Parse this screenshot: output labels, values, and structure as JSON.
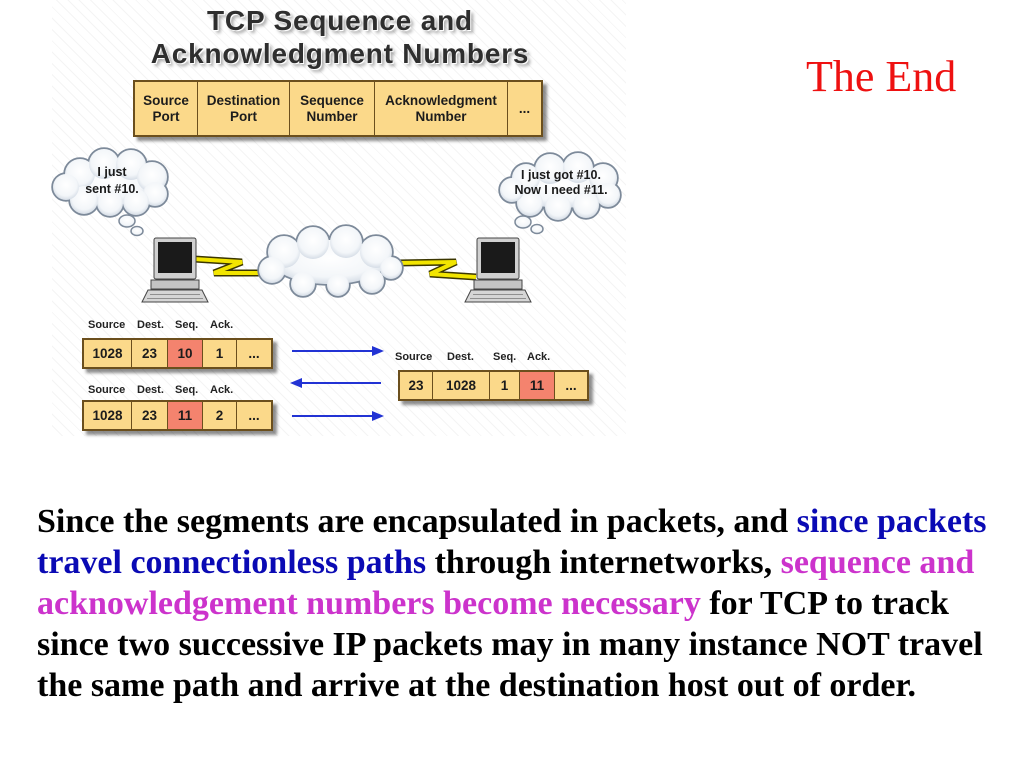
{
  "diagram": {
    "title": [
      "TCP Sequence and",
      "Acknowledgment Numbers"
    ],
    "header_fields": [
      [
        "Source",
        "Port"
      ],
      [
        "Destination",
        "Port"
      ],
      [
        "Sequence",
        "Number"
      ],
      [
        "Acknowledgment",
        "Number"
      ],
      [
        "..."
      ]
    ],
    "sender_thought": [
      "I just",
      "sent #10."
    ],
    "receiver_thought": [
      "I just got #10.",
      "Now I need #11."
    ],
    "segments": [
      {
        "labels": [
          "Source",
          "Dest.",
          "Seq.",
          "Ack."
        ],
        "fields": [
          "1028",
          "23",
          "10",
          "1",
          "..."
        ],
        "highlighted_index": 2
      },
      {
        "labels": [
          "Source",
          "Dest.",
          "Seq.",
          "Ack."
        ],
        "fields": [
          "23",
          "1028",
          "1",
          "11",
          "..."
        ],
        "highlighted_index": 3
      },
      {
        "labels": [
          "Source",
          "Dest.",
          "Seq.",
          "Ack."
        ],
        "fields": [
          "1028",
          "23",
          "11",
          "2",
          "..."
        ],
        "highlighted_index": 2
      }
    ],
    "arrow_icons": [
      "arrow-right-icon",
      "arrow-left-icon",
      "arrow-right-icon"
    ],
    "icons": {
      "sender": "computer-icon",
      "receiver": "computer-icon",
      "network": "cloud-icon",
      "thoughts": "thought-cloud-icon",
      "links": "lightning-icon"
    }
  },
  "closing_title": "The End",
  "body_text": [
    {
      "text": "Since the segments are encapsulated in packets, and ",
      "color": "#000000"
    },
    {
      "text": "since packets travel connectionless paths",
      "color": "#0a0ab4"
    },
    {
      "text": " through internetworks, ",
      "color": "#000000"
    },
    {
      "text": "sequence and acknowledgement numbers become necessary",
      "color": "#cc33cc"
    },
    {
      "text": " for TCP to track since two successive IP packets may in many instance NOT travel the same path and arrive at the destination host out of order.",
      "color": "#000000"
    }
  ],
  "colors": {
    "field_fill": "#fbd98a",
    "field_highlight": "#f4836e",
    "field_border": "#6b4f1d",
    "arrow": "#2233d4",
    "lightning": "#f2e500",
    "closing_title": "#ee1111"
  }
}
